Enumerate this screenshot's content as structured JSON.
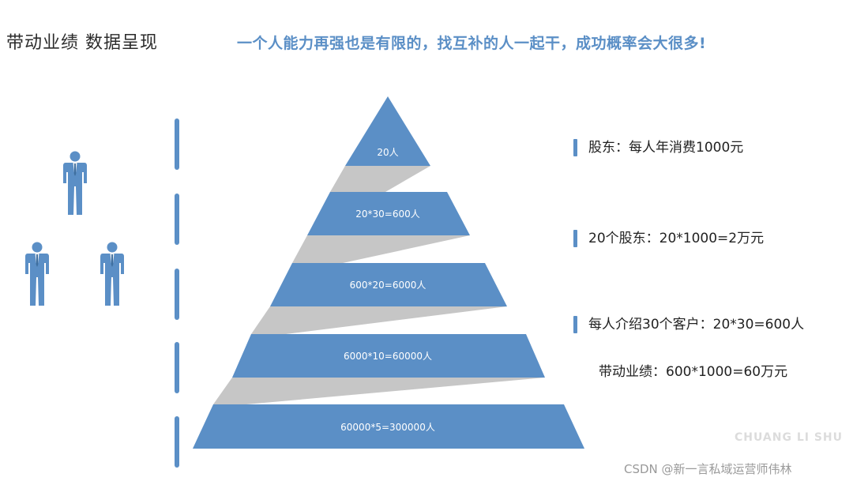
{
  "header": {
    "title": "带动业绩 数据呈现",
    "subtitle": "一个人能力再强也是有限的，找互补的人一起干，成功概率会大很多!"
  },
  "pyramid": {
    "levels": [
      {
        "label": "20人"
      },
      {
        "label": "20*30=600人"
      },
      {
        "label": "600*20=6000人"
      },
      {
        "label": "6000*10=60000人"
      },
      {
        "label": "60000*5=300000人"
      }
    ]
  },
  "notes": [
    {
      "text": "股东：每人年消费1000元",
      "marker": true
    },
    {
      "text": "20个股东：20*1000=2万元",
      "marker": true
    },
    {
      "text": "每人介绍30个客户：20*30=600人",
      "marker": true
    },
    {
      "text": "带动业绩：600*1000=60万元",
      "marker": false
    }
  ],
  "watermark": {
    "brand": "CHUANG LI SHU",
    "text": "CSDN @新一言私域运营师伟林"
  },
  "colors": {
    "accent": "#5b8fc6",
    "shadow": "#c6c6c6"
  },
  "icons": [
    "person-icon",
    "person-icon",
    "person-icon"
  ]
}
